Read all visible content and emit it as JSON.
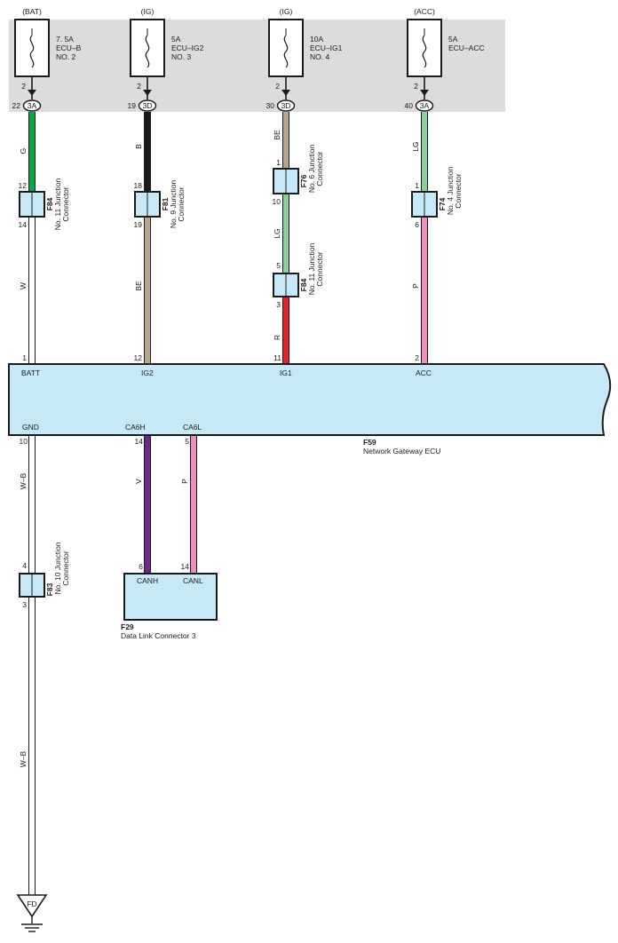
{
  "fuses": [
    {
      "supply": "(BAT)",
      "rating": "7. 5A",
      "name": "ECU–B",
      "number": "NO. 2",
      "out_pin": "2",
      "jpin": "22",
      "jconn": "3A"
    },
    {
      "supply": "(IG)",
      "rating": "5A",
      "name": "ECU–IG2",
      "number": "NO. 3",
      "out_pin": "2",
      "jpin": "19",
      "jconn": "3D"
    },
    {
      "supply": "(IG)",
      "rating": "10A",
      "name": "ECU–IG1",
      "number": "NO. 4",
      "out_pin": "2",
      "jpin": "30",
      "jconn": "3D"
    },
    {
      "supply": "(ACC)",
      "rating": "5A",
      "name": "ECU–ACC",
      "number": "",
      "out_pin": "2",
      "jpin": "40",
      "jconn": "3A"
    }
  ],
  "connectors": [
    {
      "code": "F84",
      "line1": "No. 11 Junction",
      "line2": "Connector",
      "pin_top": "12",
      "pin_bottom": "14"
    },
    {
      "code": "F81",
      "line1": "No. 9 Junction",
      "line2": "Connector",
      "pin_top": "18",
      "pin_bottom": "19"
    },
    {
      "code": "F76",
      "line1": "No. 6 Junction",
      "line2": "Connector",
      "pin_top": "1",
      "pin_bottom": "10"
    },
    {
      "code": "F84",
      "line1": "No. 11 Junction",
      "line2": "Connector",
      "pin_top": "5",
      "pin_bottom": "3"
    },
    {
      "code": "F74",
      "line1": "No. 4 Junction",
      "line2": "Connector",
      "pin_top": "1",
      "pin_bottom": "6"
    },
    {
      "code": "F83",
      "line1": "No. 10 Junction",
      "line2": "Connector",
      "pin_top": "4",
      "pin_bottom": "3"
    }
  ],
  "wires": {
    "batt_upper": {
      "label": "G",
      "color": "#0aa64c"
    },
    "batt_lower": {
      "label": "W",
      "color": "#ffffff"
    },
    "ig2_upper": {
      "label": "B",
      "color": "#1a1a1a"
    },
    "ig2_lower": {
      "label": "BE",
      "color": "#b9a68e"
    },
    "ig1_top": {
      "label": "BE",
      "color": "#b9a68e"
    },
    "ig1_mid": {
      "label": "LG",
      "color": "#8ccf9c"
    },
    "ig1_low": {
      "label": "R",
      "color": "#e8202a"
    },
    "acc_upper": {
      "label": "LG",
      "color": "#8ccf9c"
    },
    "acc_lower": {
      "label": "P",
      "color": "#f08cbc"
    },
    "gnd_upper": {
      "label": "W–B",
      "color": "#ffffff"
    },
    "gnd_lower": {
      "label": "W–B",
      "color": "#ffffff"
    },
    "canh": {
      "label": "V",
      "color": "#6a2a8c"
    },
    "canl": {
      "label": "P",
      "color": "#f08cbc"
    }
  },
  "ecu": {
    "code": "F59",
    "name": "Network Gateway ECU",
    "top_pins": [
      {
        "pin": "1",
        "label": "BATT"
      },
      {
        "pin": "12",
        "label": "IG2"
      },
      {
        "pin": "11",
        "label": "IG1"
      },
      {
        "pin": "2",
        "label": "ACC"
      }
    ],
    "bottom_pins": [
      {
        "pin": "10",
        "label": "GND"
      },
      {
        "pin": "14",
        "label": "CA6H"
      },
      {
        "pin": "5",
        "label": "CA6L"
      }
    ]
  },
  "dlc": {
    "code": "F29",
    "name": "Data Link Connector 3",
    "pins": [
      {
        "pin": "6",
        "label": "CANH"
      },
      {
        "pin": "14",
        "label": "CANL"
      }
    ]
  },
  "ground": {
    "label": "FD"
  },
  "colors": {
    "fuse_panel": "#dcdcdc",
    "component_fill": "#c6e8f7",
    "outline": "#1a1a1a"
  }
}
